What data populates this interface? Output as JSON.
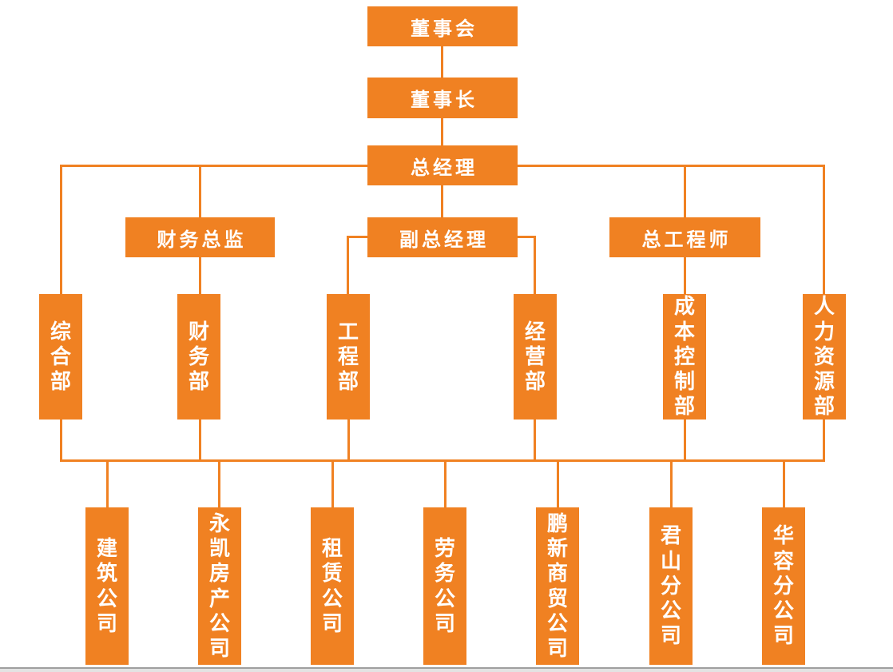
{
  "colors": {
    "accent": "#F08122",
    "node_text": "#FFFFFF",
    "page_edge_line": "#9F9F9F",
    "page_edge_bg": "#E3E3E3"
  },
  "org_chart": {
    "nodes": {
      "board": {
        "label": "董事会"
      },
      "chairman": {
        "label": "董事长"
      },
      "general_manager": {
        "label": "总经理"
      },
      "finance_director": {
        "label": "财务总监"
      },
      "deputy_general_manager": {
        "label": "副总经理"
      },
      "chief_engineer": {
        "label": "总工程师"
      },
      "departments": [
        {
          "label": "综合部"
        },
        {
          "label": "财务部"
        },
        {
          "label": "工程部"
        },
        {
          "label": "经营部"
        },
        {
          "label": "成本控制部"
        },
        {
          "label": "人力资源部"
        }
      ],
      "companies": [
        {
          "label": "建筑公司"
        },
        {
          "label": "永凯房产公司"
        },
        {
          "label": "租赁公司"
        },
        {
          "label": "劳务公司"
        },
        {
          "label": "鹏新商贸公司"
        },
        {
          "label": "君山分公司"
        },
        {
          "label": "华容分公司"
        }
      ]
    }
  }
}
